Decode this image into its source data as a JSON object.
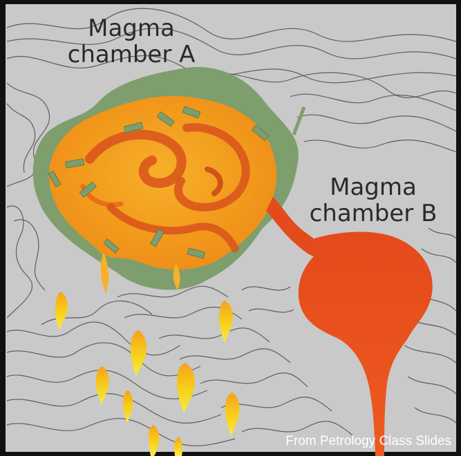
{
  "labels": {
    "chamber_a_line1": "Magma",
    "chamber_a_line2": "chamber A",
    "chamber_b_line1": "Magma",
    "chamber_b_line2": "chamber B"
  },
  "credit": "From Petrology Class Slides",
  "colors": {
    "host_rock": "#c9c9c9",
    "contour_lines": "#4a4a4a",
    "crystal_mush": "#7f9e6d",
    "magma_a": "#f29a1c",
    "magma_a_swirl": "#d8521c",
    "magma_b": "#e8501e",
    "droplets": "#f7d21a"
  }
}
